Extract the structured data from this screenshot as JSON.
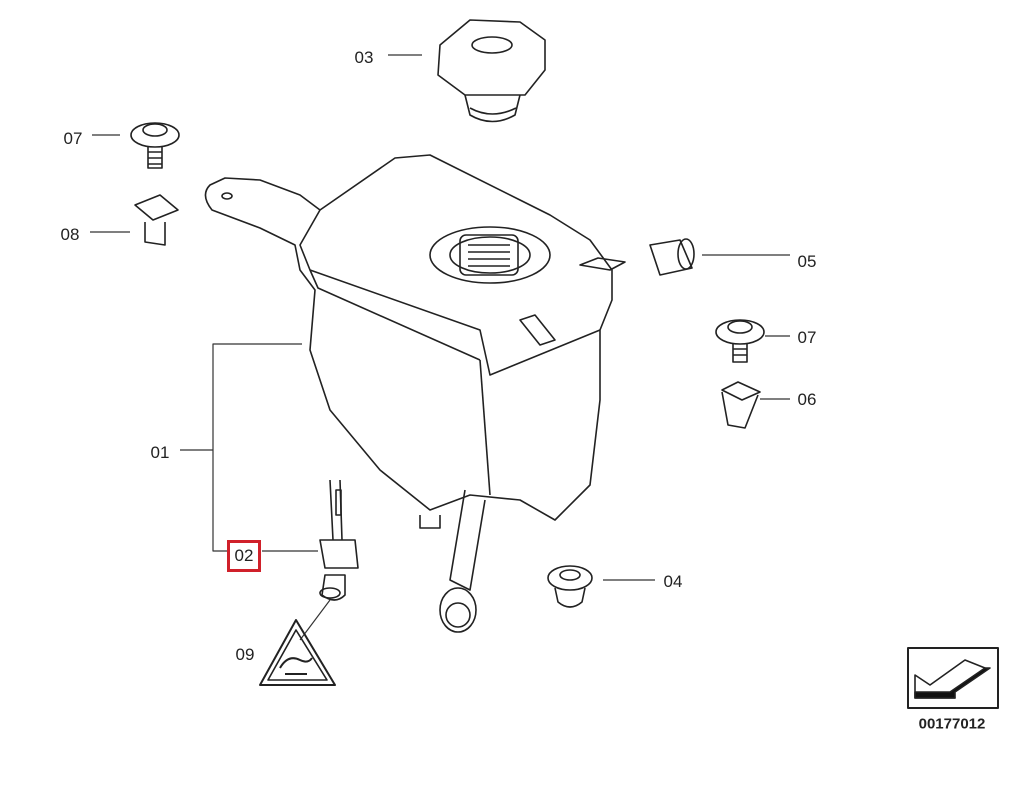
{
  "diagram": {
    "labels": {
      "tank": "01",
      "sensor": "02",
      "cap": "03",
      "plug": "04",
      "hose_connector": "05",
      "nut_right": "06",
      "screw_left": "07",
      "screw_right": "07",
      "nut_left": "08",
      "warning_sign": "09"
    },
    "highlighted_label": "02",
    "highlight_color": "#d0202a",
    "diagram_code": "00177012"
  }
}
